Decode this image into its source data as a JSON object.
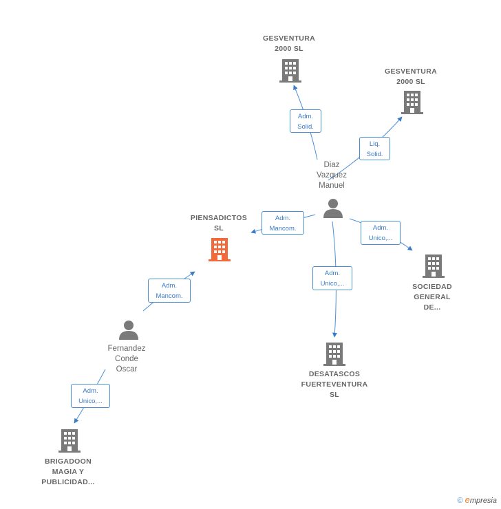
{
  "colors": {
    "edge": "#3a7bc8",
    "node": "#7a7a7a",
    "focus": "#f26a3c"
  },
  "nodes": {
    "gesventura_a": {
      "label": "GESVENTURA\n2000  SL",
      "type": "company"
    },
    "gesventura_b": {
      "label": "GESVENTURA\n2000 SL",
      "type": "company"
    },
    "piensadictos": {
      "label": "PIENSADICTOS\nSL",
      "type": "company-focus"
    },
    "diaz": {
      "label": "Diaz\nVazquez\nManuel",
      "type": "person"
    },
    "fernandez": {
      "label": "Fernandez\nConde\nOscar",
      "type": "person"
    },
    "sociedad": {
      "label": "SOCIEDAD\nGENERAL\nDE...",
      "type": "company"
    },
    "desatascos": {
      "label": "DESATASCOS\nFUERTEVENTURA\nSL",
      "type": "company"
    },
    "brigadoon": {
      "label": "BRIGADOON\nMAGIA Y\nPUBLICIDAD...",
      "type": "company"
    }
  },
  "edges": {
    "diaz_gesventura_a": "Adm.\nSolid.",
    "diaz_gesventura_b": "Liq.\nSolid.",
    "diaz_piensadictos": "Adm.\nMancom.",
    "diaz_sociedad": "Adm.\nUnico,...",
    "diaz_desatascos": "Adm.\nUnico,...",
    "fernandez_piensadictos": "Adm.\nMancom.",
    "fernandez_brigadoon": "Adm.\nUnico,..."
  },
  "footer": {
    "copyright": "©",
    "brand_first": "e",
    "brand_rest": "mpresia"
  }
}
